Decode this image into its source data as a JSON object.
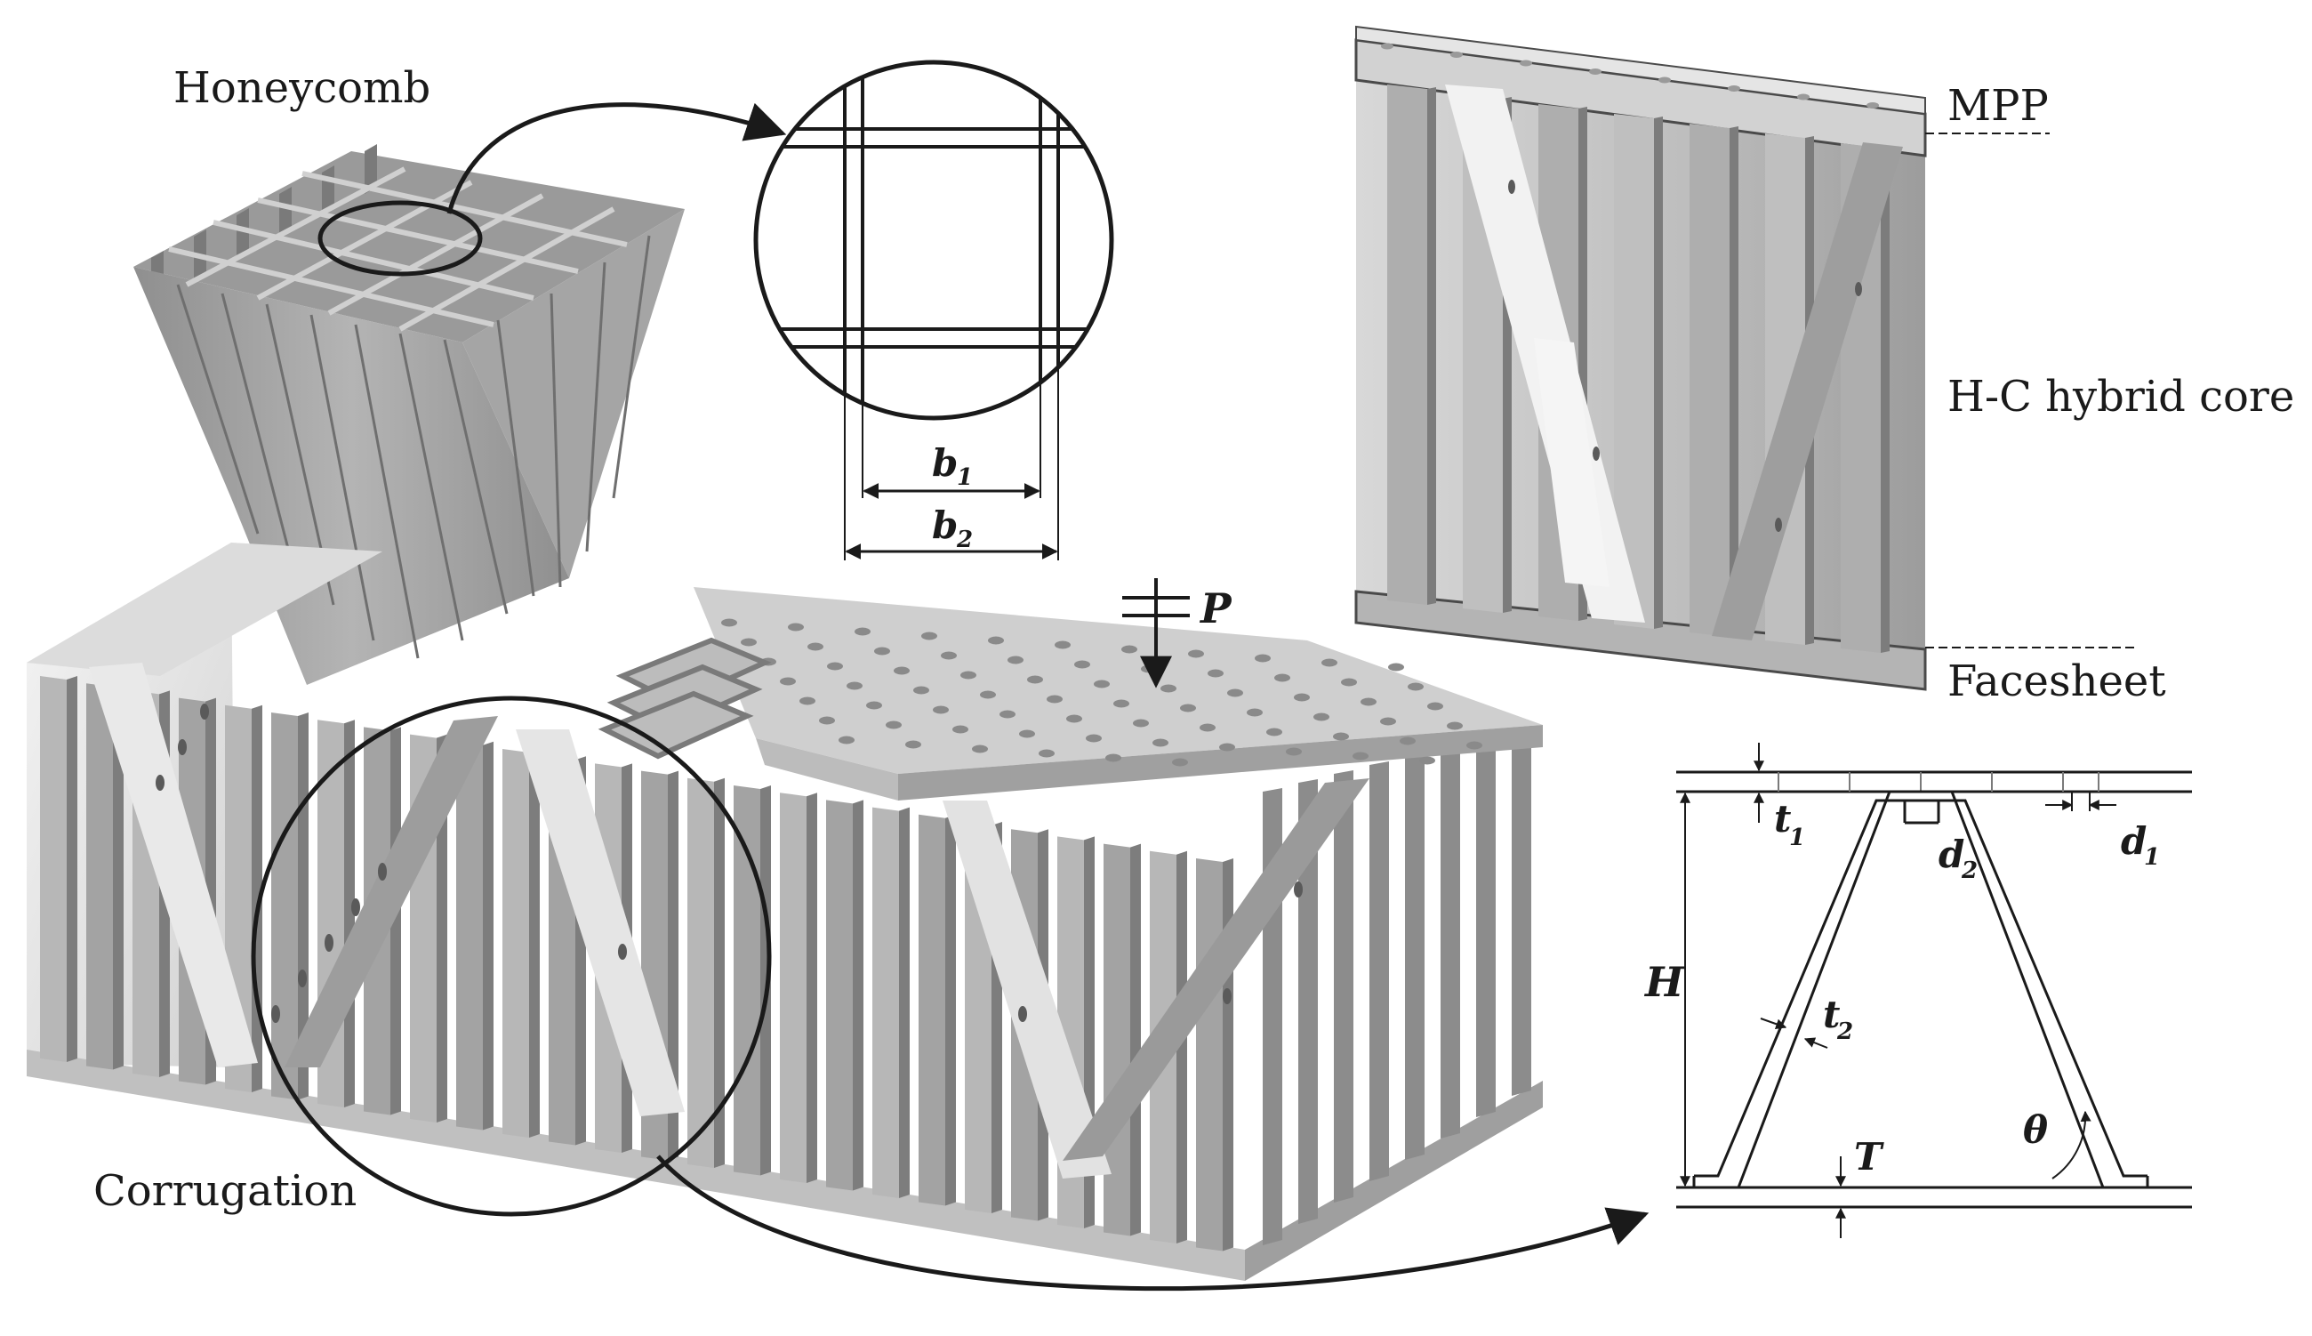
{
  "labels": {
    "honeycomb": "Honeycomb",
    "corrugation": "Corrugation",
    "mpp": "MPP",
    "hybrid_core": "H-C hybrid core",
    "facesheet": "Facesheet"
  },
  "symbols": {
    "b1": "b",
    "b1_sub": "1",
    "b2": "b",
    "b2_sub": "2",
    "P": "P",
    "t1": "t",
    "t1_sub": "1",
    "d1": "d",
    "d1_sub": "1",
    "d2": "d",
    "d2_sub": "2",
    "t2": "t",
    "t2_sub": "2",
    "H": "H",
    "T": "T",
    "theta": "θ"
  },
  "colors": {
    "ink": "#1a1a1a",
    "rib_dark": "#8a8a8a",
    "rib_mid": "#a8a8a8",
    "rib_light": "#c9c9c9",
    "plate_top": "#d6d6d6",
    "plate_side": "#b8b8b8",
    "wall_light": "#ececec"
  }
}
